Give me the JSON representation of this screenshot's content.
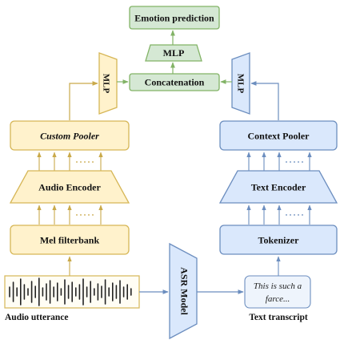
{
  "labels": {
    "emotion_prediction": "Emotion prediction",
    "mlp_top": "MLP",
    "concatenation": "Concatenation",
    "mlp_audio": "MLP",
    "mlp_text": "MLP",
    "custom_pooler": "Custom Pooler",
    "context_pooler": "Context Pooler",
    "audio_encoder": "Audio Encoder",
    "text_encoder": "Text Encoder",
    "mel_filterbank": "Mel filterbank",
    "tokenizer": "Tokenizer",
    "asr_model": "ASR Model",
    "audio_caption": "Audio utterance",
    "text_caption": "Text transcript",
    "transcript_line1": "This is such a",
    "transcript_line2": "farce..."
  },
  "colors": {
    "green_fill": "#d5e8d4",
    "green_stroke": "#82b366",
    "yellow_fill": "#fff2cc",
    "yellow_stroke": "#d6b656",
    "blue_fill": "#dae8fc",
    "blue_stroke": "#6c8ebf"
  }
}
